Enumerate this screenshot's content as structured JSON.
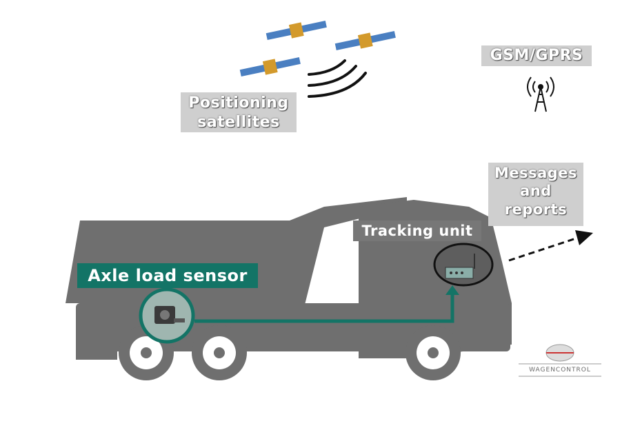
{
  "labels": {
    "satellites_line1": "Positioning",
    "satellites_line2": "satellites",
    "gsm": "GSM/GPRS",
    "messages_line1": "Messages",
    "messages_line2": "and",
    "messages_line3": "reports",
    "tracking_unit": "Tracking unit",
    "axle_sensor": "Axle load sensor"
  },
  "logo": {
    "text": "WAGENCONTROL"
  },
  "icons": {
    "satellites": "satellite-icon",
    "signal": "signal-waves-icon",
    "antenna": "radio-tower-icon",
    "arrow": "dashed-arrow-icon",
    "sensor": "axle-sensor-icon",
    "device": "tracking-device-icon"
  },
  "colors": {
    "truck": "#6f6f6f",
    "accent": "#137466",
    "label_grey": "#cfcfcf",
    "arrow": "#111111"
  }
}
